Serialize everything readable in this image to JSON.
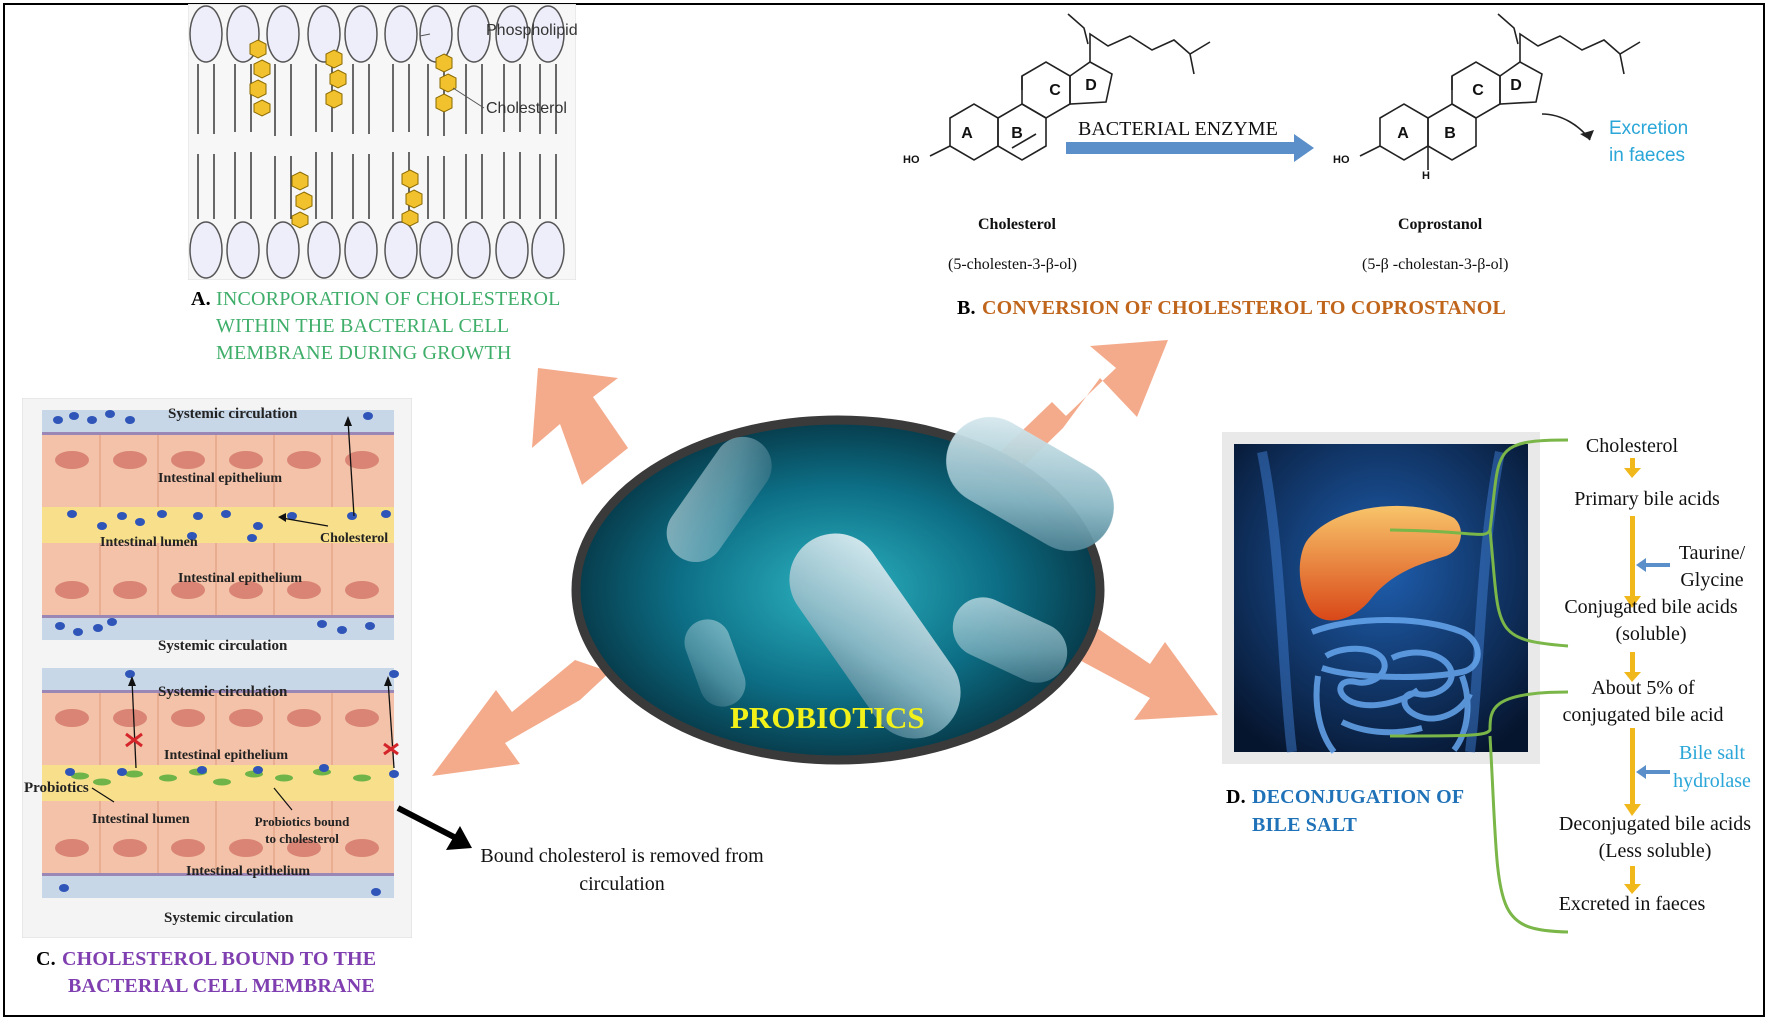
{
  "colors": {
    "green_caption": "#3fae6a",
    "orange_caption": "#c0651c",
    "purple_caption": "#7f3fb0",
    "blue_caption": "#1f72b8",
    "cyan_text": "#2aa6d8",
    "probiotics_text": "#f2f21a",
    "arrow_salmon": "#f4ab8c",
    "enzyme_arrow": "#5b8fc9",
    "flow_arrow": "#f1b81c",
    "bracket_green": "#7ab648"
  },
  "center": {
    "label": "PROBIOTICS"
  },
  "panel_a": {
    "letter": "A.",
    "caption_lines": [
      "INCORPORATION OF CHOLESTEROL",
      "WITHIN THE BACTERIAL CELL",
      "MEMBRANE DURING GROWTH"
    ],
    "label_phospholipid": "Phospholipid",
    "label_cholesterol": "Cholesterol"
  },
  "panel_b": {
    "letter": "B.",
    "caption": "CONVERSION OF CHOLESTEROL TO COPROSTANOL",
    "enzyme_label": "BACTERIAL ENZYME",
    "ring_labels": [
      "A",
      "B",
      "C",
      "D"
    ],
    "ho": "HO",
    "h": "H",
    "left_name": "Cholesterol",
    "left_formula": "(5-cholesten-3-β-ol)",
    "right_name": "Coprostanol",
    "right_formula": "(5-β -cholestan-3-β-ol)",
    "excretion_lines": [
      "Excretion",
      "in faeces"
    ]
  },
  "panel_c": {
    "letter": "C.",
    "caption_lines": [
      "CHOLESTEROL BOUND TO THE",
      "BACTERIAL CELL MEMBRANE"
    ],
    "systemic": "Systemic circulation",
    "epithelium": "Intestinal epithelium",
    "lumen": "Intestinal lumen",
    "cholesterol": "Cholesterol",
    "probiotics": "Probiotics",
    "bound_lines": [
      "Probiotics bound",
      "to cholesterol"
    ],
    "removed_lines": [
      "Bound cholesterol is removed from",
      "circulation"
    ]
  },
  "panel_d": {
    "letter": "D.",
    "caption_lines": [
      "DECONJUGATION OF",
      "BILE SALT"
    ],
    "flow": {
      "s1": "Cholesterol",
      "s2": "Primary bile acids",
      "taurine_lines": [
        "Taurine/",
        "Glycine"
      ],
      "s3_lines": [
        "Conjugated bile acids",
        "(soluble)"
      ],
      "s4_lines": [
        "About 5% of",
        "conjugated bile acid"
      ],
      "hydrolase_lines": [
        "Bile salt",
        "hydrolase"
      ],
      "s5_lines": [
        "Deconjugated bile acids",
        "(Less soluble)"
      ],
      "s6": "Excreted in faeces"
    }
  }
}
